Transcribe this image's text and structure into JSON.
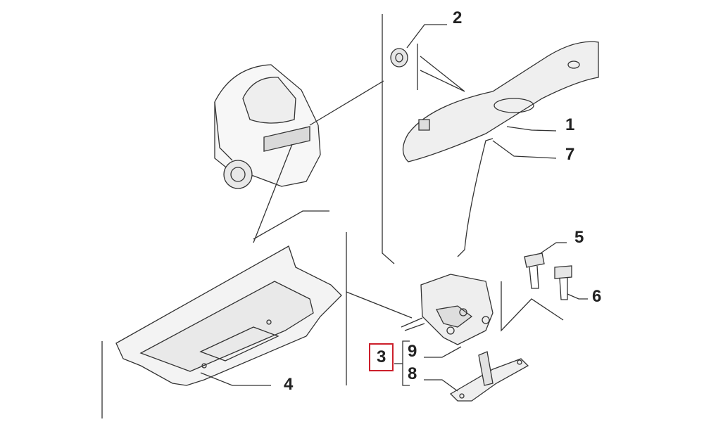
{
  "parts": [
    {
      "id": "part-1",
      "number": "1"
    },
    {
      "id": "part-2",
      "number": "2"
    },
    {
      "id": "part-3",
      "number": "3"
    },
    {
      "id": "part-4",
      "number": "4"
    },
    {
      "id": "part-5",
      "number": "5"
    },
    {
      "id": "part-6",
      "number": "6"
    },
    {
      "id": "part-7",
      "number": "7"
    },
    {
      "id": "part-8",
      "number": "8"
    },
    {
      "id": "part-9",
      "number": "9"
    }
  ],
  "highlighted_part": "3",
  "colors": {
    "highlight": "#cc1f2b",
    "line": "#333333",
    "fill_light": "#f4f4f4",
    "fill_mid": "#e6e6e6"
  }
}
